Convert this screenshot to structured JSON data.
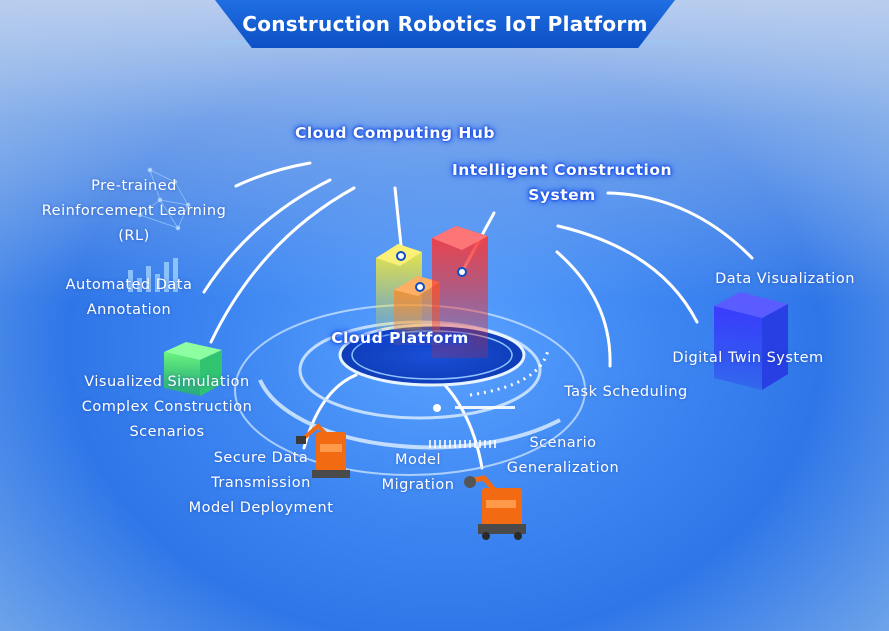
{
  "title": "Construction Robotics IoT Platform",
  "labels": {
    "cloud_computing_hub": "Cloud Computing Hub",
    "intelligent_construction_system": "Intelligent Construction System",
    "pretrained_rl": [
      "Pre-trained",
      "Reinforcement Learning",
      "(RL)"
    ],
    "automated_data_annotation": [
      "Automated Data",
      "Annotation"
    ],
    "visualized_simulation": [
      "Visualized Simulation",
      "Complex Construction",
      "Scenarios"
    ],
    "secure_data": [
      "Secure Data",
      "Transmission",
      "Model Deployment"
    ],
    "model_migration": [
      "Model",
      "Migration"
    ],
    "scenario_generalization": [
      "Scenario",
      "Generalization"
    ],
    "task_scheduling": "Task Scheduling",
    "data_visualization": "Data Visualization",
    "digital_twin_system": "Digital Twin System",
    "cloud_platform": "Cloud Platform"
  },
  "colors": {
    "title_bar": "#1f6fe3",
    "accent_glow": "#1f56ff",
    "bar_yellow": "#f2e31c",
    "bar_orange": "#ff7a1a",
    "bar_red": "#f03030",
    "cube_green": "#3ee86a",
    "cube_blue": "#2a2ff0",
    "robot_orange": "#f26a12"
  },
  "icons": [
    "neural-network-icon",
    "bar-chart-icon",
    "green-cube-icon",
    "blue-cube-icon",
    "bar-chart-3d-icon",
    "construction-robot-icon"
  ]
}
